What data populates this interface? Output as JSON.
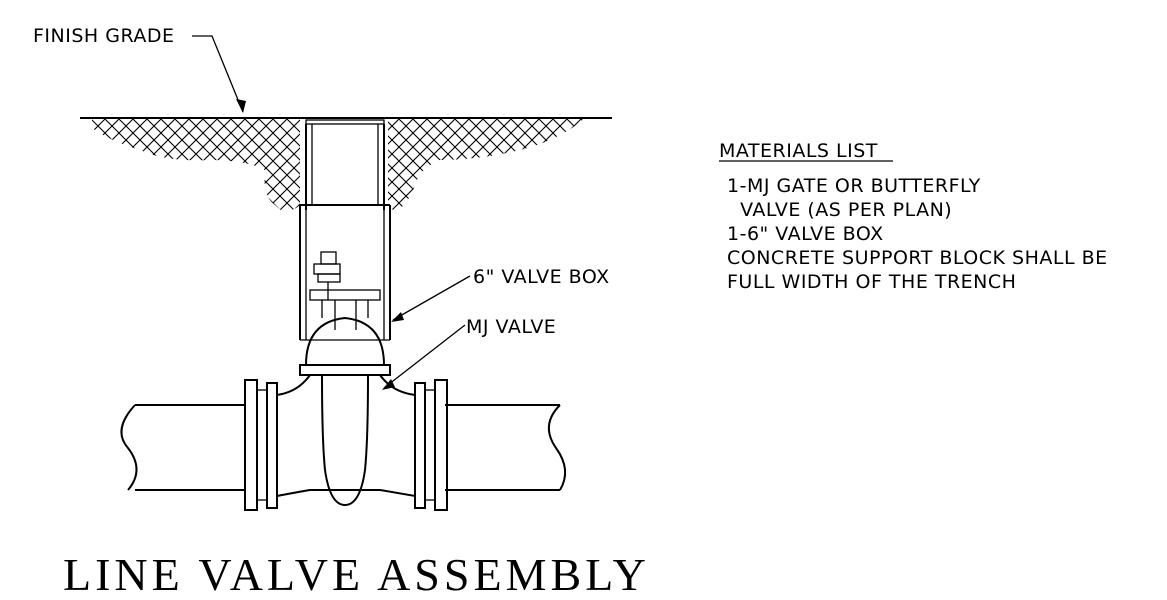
{
  "labels": {
    "finish_grade": "FINISH GRADE",
    "valve_box": "6\" VALVE BOX",
    "mj_valve": "MJ VALVE"
  },
  "materials": {
    "heading": "MATERIALS LIST",
    "lines": [
      "1-MJ GATE OR BUTTERFLY",
      "  VALVE (AS PER PLAN)",
      "1-6\" VALVE BOX",
      "CONCRETE SUPPORT BLOCK SHALL BE",
      "FULL WIDTH OF THE TRENCH"
    ]
  },
  "title": "LINE VALVE ASSEMBLY"
}
